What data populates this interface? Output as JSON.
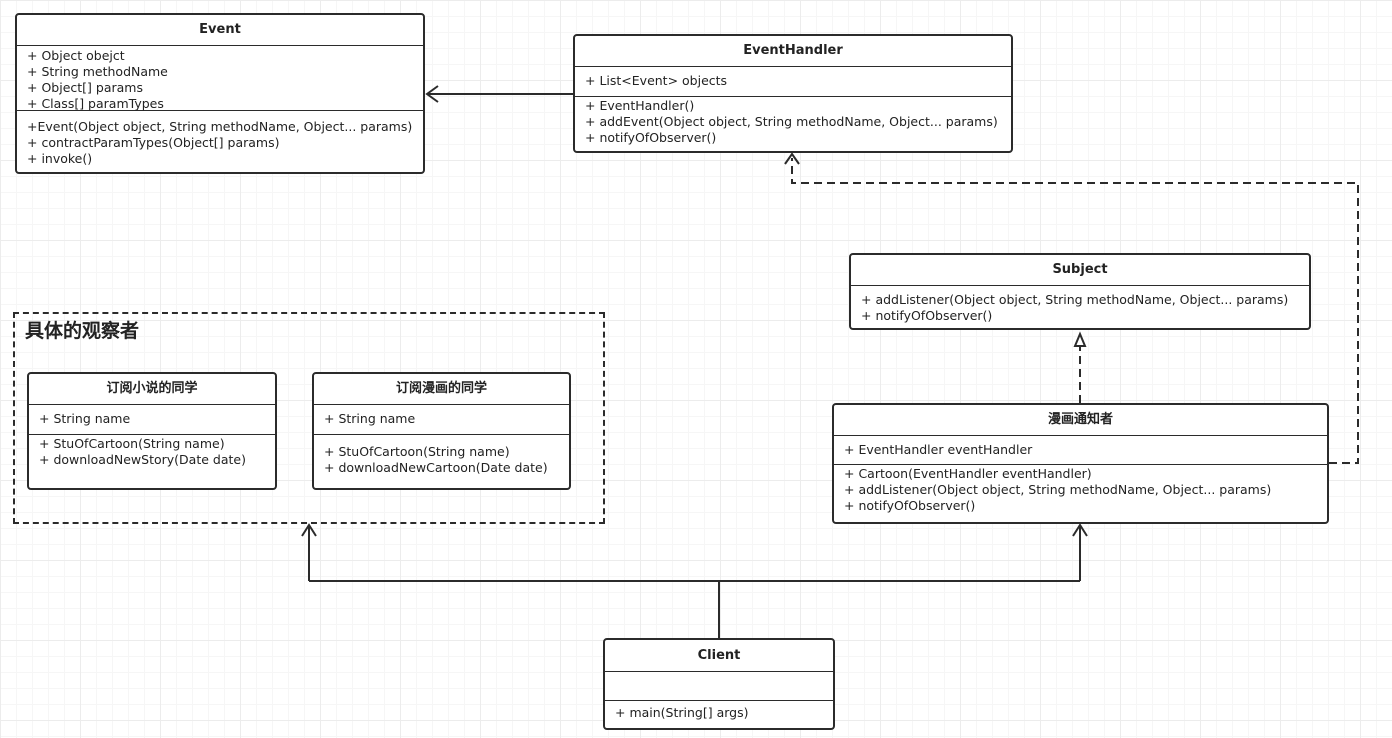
{
  "classes": {
    "event": {
      "name": "Event",
      "attributes": [
        "+ Object obejct",
        "+ String methodName",
        "+ Object[] params",
        "+ Class[] paramTypes"
      ],
      "methods": [
        "+Event(Object object, String methodName, Object... params)",
        "+ contractParamTypes(Object[] params)",
        "+ invoke()"
      ]
    },
    "event_handler": {
      "name": "EventHandler",
      "attributes": [
        "+ List<Event> objects"
      ],
      "methods": [
        "+ EventHandler()",
        "+ addEvent(Object object, String methodName, Object... params)",
        "+ notifyOfObserver()"
      ]
    },
    "subject": {
      "name": "Subject",
      "methods": [
        "+ addListener(Object object, String methodName, Object... params)",
        "+ notifyOfObserver()"
      ]
    },
    "cartoon_notifier": {
      "name": "漫画通知者",
      "attributes": [
        "+ EventHandler eventHandler"
      ],
      "methods": [
        "+ Cartoon(EventHandler eventHandler)",
        "+ addListener(Object object, String methodName, Object... params)",
        "+ notifyOfObserver()"
      ]
    },
    "novel_subscriber": {
      "name": "订阅小说的同学",
      "attributes": [
        "+ String name"
      ],
      "methods": [
        "+ StuOfCartoon(String name)",
        "+ downloadNewStory(Date date)"
      ]
    },
    "cartoon_subscriber": {
      "name": "订阅漫画的同学",
      "attributes": [
        "+ String name"
      ],
      "methods": [
        "+ StuOfCartoon(String name)",
        "+ downloadNewCartoon(Date date)"
      ]
    },
    "client": {
      "name": "Client",
      "attributes": [],
      "methods": [
        "+ main(String[] args)"
      ]
    }
  },
  "package": {
    "title": "具体的观察者"
  }
}
